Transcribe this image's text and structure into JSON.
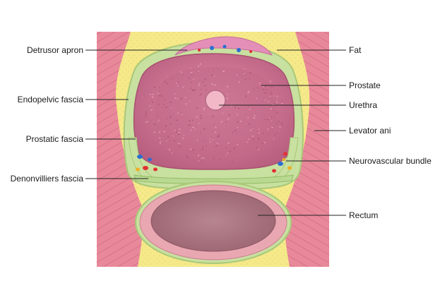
{
  "labels_left": [
    {
      "id": "detrusor-apron",
      "text": "Detrusor apron"
    },
    {
      "id": "endopelvic-fascia",
      "text": "Endopelvic fascia"
    },
    {
      "id": "prostatic-fascia",
      "text": "Prostatic fascia"
    },
    {
      "id": "denonvilliers-fascia",
      "text": "Denonvilliers fascia"
    }
  ],
  "labels_right": [
    {
      "id": "fat",
      "text": "Fat"
    },
    {
      "id": "prostate",
      "text": "Prostate"
    },
    {
      "id": "urethra",
      "text": "Urethra"
    },
    {
      "id": "levator-ani",
      "text": "Levator ani"
    },
    {
      "id": "neurovascular-bundle",
      "text": "Neurovascular bundle"
    },
    {
      "id": "rectum",
      "text": "Rectum"
    }
  ],
  "colors": {
    "muscle": "#e8899a",
    "muscle_stripe": "#d8708a",
    "fat": "#f5e98a",
    "fascia": "#c8e0a0",
    "prostate": "#c06a86",
    "prostate_light": "#dd9cb0",
    "urethra": "#f2b8c8",
    "rectum_wall": "#e9a7b2",
    "rectum_lumen": "#b07a84",
    "leader": "#222222"
  }
}
